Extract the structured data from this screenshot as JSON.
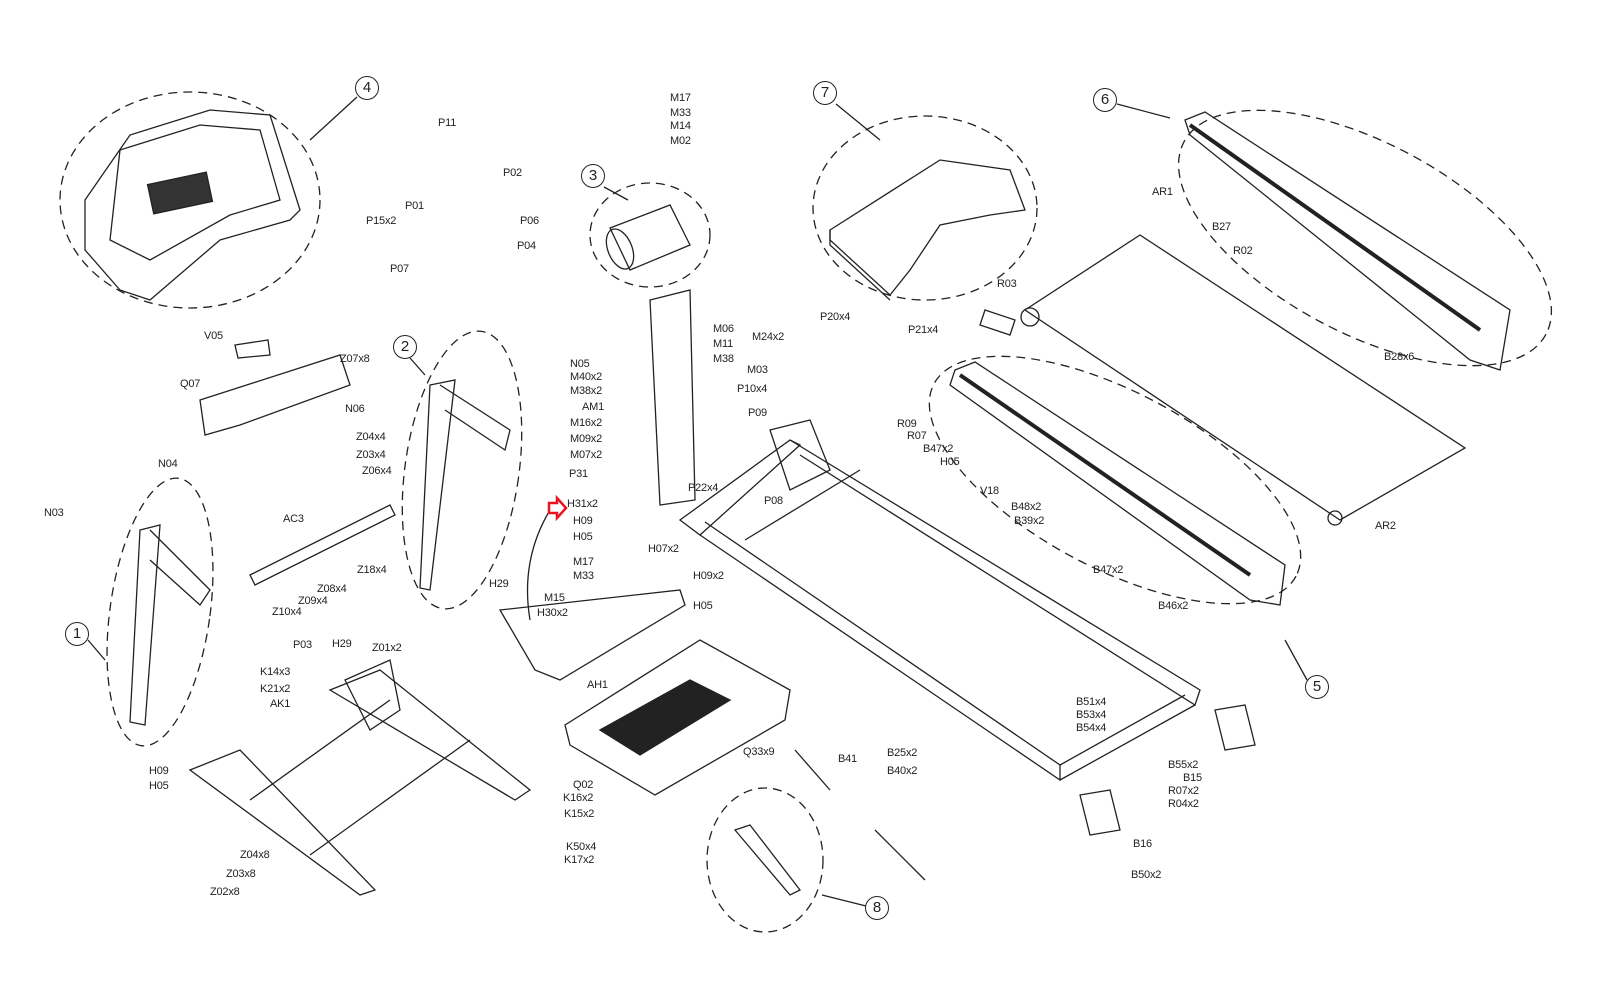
{
  "callouts": [
    "1",
    "2",
    "3",
    "4",
    "5",
    "6",
    "7",
    "8"
  ],
  "labels": {
    "p11": "P11",
    "p02": "P02",
    "p01": "P01",
    "p06": "P06",
    "p15": "P15x2",
    "p04": "P04",
    "p07": "P07",
    "m17a": "M17",
    "m33a": "M33",
    "m14": "M14",
    "m02": "M02",
    "v05": "V05",
    "q07": "Q07",
    "z07": "Z07x8",
    "n06": "N06",
    "z04a": "Z04x4",
    "z03a": "Z03x4",
    "z06": "Z06x4",
    "n05": "N05",
    "m40": "M40x2",
    "m38a": "M38x2",
    "am1": "AM1",
    "m16": "M16x2",
    "m09": "M09x2",
    "m07": "M07x2",
    "m06": "M06",
    "m11": "M11",
    "m38b": "M38",
    "m24": "M24x2",
    "m03": "M03",
    "p10": "P10x4",
    "p09": "P09",
    "p20": "P20x4",
    "p21": "P21x4",
    "r03": "R03",
    "ar1": "AR1",
    "b27": "B27",
    "r02": "R02",
    "b28": "B28x6",
    "r09": "R09",
    "r07": "R07",
    "b47a": "B47x2",
    "h05a": "H05",
    "v18": "V18",
    "b48": "B48x2",
    "b39": "B39x2",
    "b47b": "B47x2",
    "b46": "B46x2",
    "b51": "B51x4",
    "b53": "B53x4",
    "b54": "B54x4",
    "ar2": "AR2",
    "n04": "N04",
    "n03": "N03",
    "ac3": "AC3",
    "z18": "Z18x4",
    "z08": "Z08x4",
    "z09": "Z09x4",
    "z10": "Z10x4",
    "p03": "P03",
    "h29a": "H29",
    "z01": "Z01x2",
    "k14": "K14x3",
    "k21": "K21x2",
    "ak1": "AK1",
    "p31": "P31",
    "h31": "H31x2",
    "h09a": "H09",
    "h05b": "H05",
    "m17b": "M17",
    "m33b": "M33",
    "h07": "H07x2",
    "p22": "P22x4",
    "p08": "P08",
    "h29b": "H29",
    "m15": "M15",
    "h30": "H30x2",
    "h09b": "H09x2",
    "h05c": "H05",
    "ah1": "AH1",
    "q33": "Q33x9",
    "q02": "Q02",
    "b41": "B41",
    "b25": "B25x2",
    "b40": "B40x2",
    "h09c": "H09",
    "h05d": "H05",
    "k16": "K16x2",
    "k15": "K15x2",
    "k50": "K50x4",
    "k17": "K17x2",
    "z04b": "Z04x8",
    "z03b": "Z03x8",
    "z02": "Z02x8",
    "b55": "B55x2",
    "b15": "B15",
    "r07b": "R07x2",
    "r04": "R04x2",
    "b16": "B16",
    "b50": "B50x2"
  },
  "colors": {
    "ink": "#222222",
    "highlight_arrow": "#e8141e"
  },
  "icons": {
    "highlight": "red-arrow-icon"
  }
}
